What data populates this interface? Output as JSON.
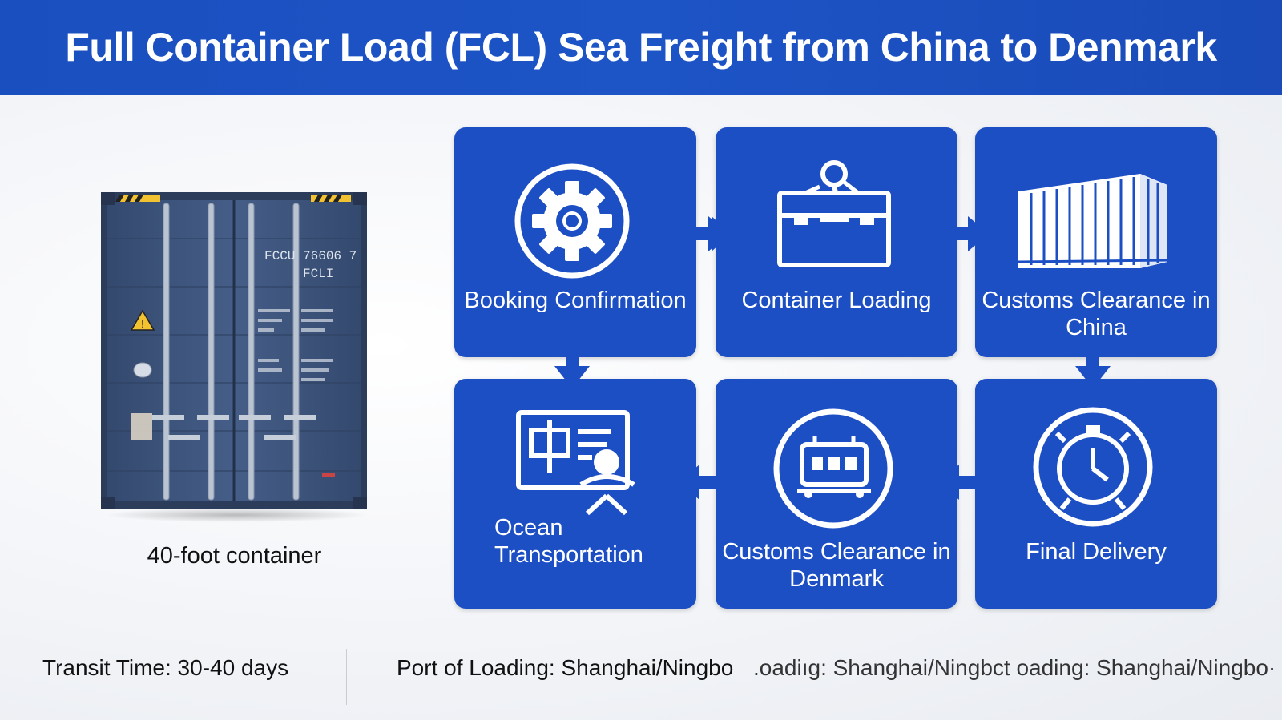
{
  "header": {
    "title": "Full Container Load (FCL) Sea Freight from China to Denmark"
  },
  "container": {
    "caption": "40-foot container",
    "code_line1": "FCCU  76606 7",
    "code_line2": "FCLI"
  },
  "steps": [
    {
      "label": "Booking Confirmation",
      "icon": "gear-icon"
    },
    {
      "label": "Container Loading",
      "icon": "container-loading-icon"
    },
    {
      "label": "Customs Clearance in China",
      "icon": "shipping-container-icon"
    },
    {
      "label": "Ocean Transportation",
      "icon": "ocean-transport-icon"
    },
    {
      "label": "Customs Clearance in Denmark",
      "icon": "customs-vehicle-icon"
    },
    {
      "label": "Final Delivery",
      "icon": "alarm-clock-icon"
    }
  ],
  "footer": {
    "transit": "Transit Time: 30-40 days",
    "port": "Port of Loading: Shanghai/Ningbo",
    "ghost": ".oadiıg: Shanghai/Ningbct oading: Shanghai/Ningbo·oading"
  },
  "colors": {
    "brand_blue": "#1d4fc4",
    "header_blue": "#1a4fbf",
    "container_blue": "#3e5680"
  }
}
